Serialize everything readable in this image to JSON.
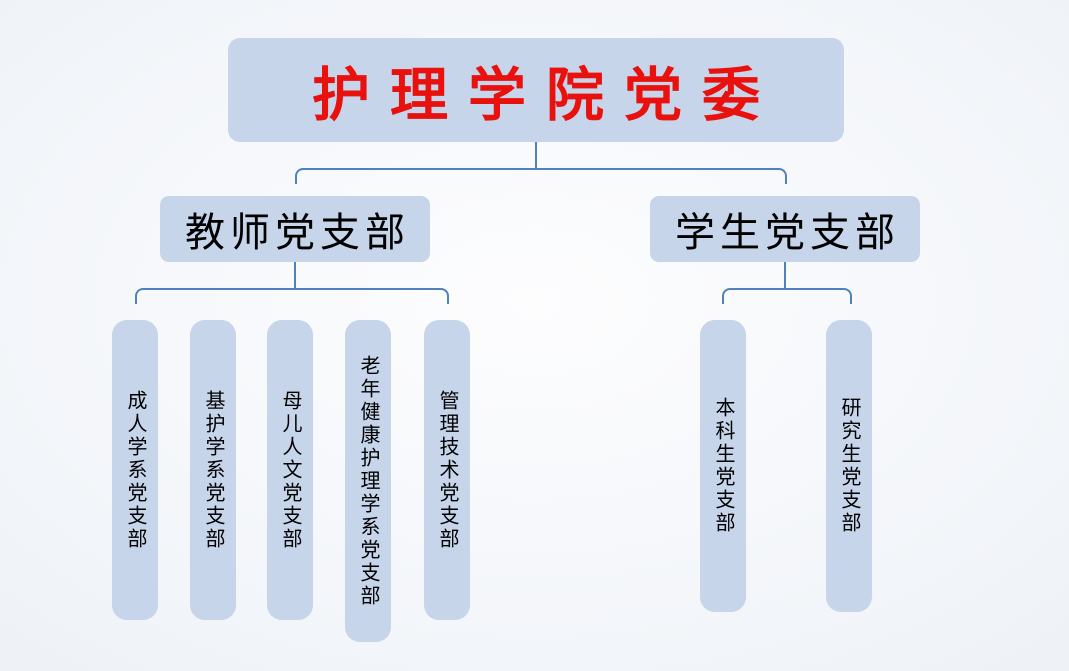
{
  "title": {
    "label": "护理学院党委"
  },
  "branches": [
    {
      "label": "教师党支部",
      "children": [
        {
          "label": "成人学系党支部"
        },
        {
          "label": "基护学系党支部"
        },
        {
          "label": "母儿人文党支部"
        },
        {
          "label": "老年健康护理学系党支部"
        },
        {
          "label": "管理技术党支部"
        }
      ]
    },
    {
      "label": "学生党支部",
      "children": [
        {
          "label": "本科生党支部"
        },
        {
          "label": "研究生党支部"
        }
      ]
    }
  ],
  "colors": {
    "background_outer": "#e3e8f0",
    "background_inner": "#fdfdfe",
    "box_fill": "#c6d5ea",
    "connector_line": "#4f81bd",
    "title_text": "#e8110d",
    "branch_text": "#000000"
  }
}
